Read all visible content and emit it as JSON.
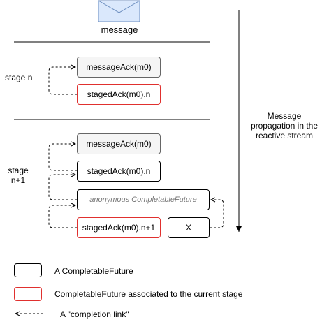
{
  "diagram": {
    "message_label": "message",
    "stage_n_label": "stage n",
    "stage_n1_label_line1": "stage",
    "stage_n1_label_line2": "n+1",
    "propagation_line1": "Message",
    "propagation_line2": "propagation in the",
    "propagation_line3": "reactive stream",
    "stage_n": {
      "message_ack": "messageAck(m0)",
      "staged_ack": "stagedAck(m0).n"
    },
    "stage_n1": {
      "message_ack": "messageAck(m0)",
      "staged_ack_n": "stagedAck(m0).n",
      "anonymous": "anonymous CompletableFuture",
      "staged_ack_n1": "stagedAck(m0).n+1",
      "x": "X"
    }
  },
  "legend": {
    "completable_future": "A CompletableFuture",
    "current_stage": "CompletableFuture associated to the current stage",
    "completion_link": "A \"completion link\""
  },
  "colors": {
    "red_border": "#e0302e",
    "grey_fill": "#f5f5f5",
    "envelope_fill": "#dae8fc",
    "envelope_stroke": "#6c8ebf"
  },
  "icons": {
    "envelope": "envelope-icon"
  }
}
